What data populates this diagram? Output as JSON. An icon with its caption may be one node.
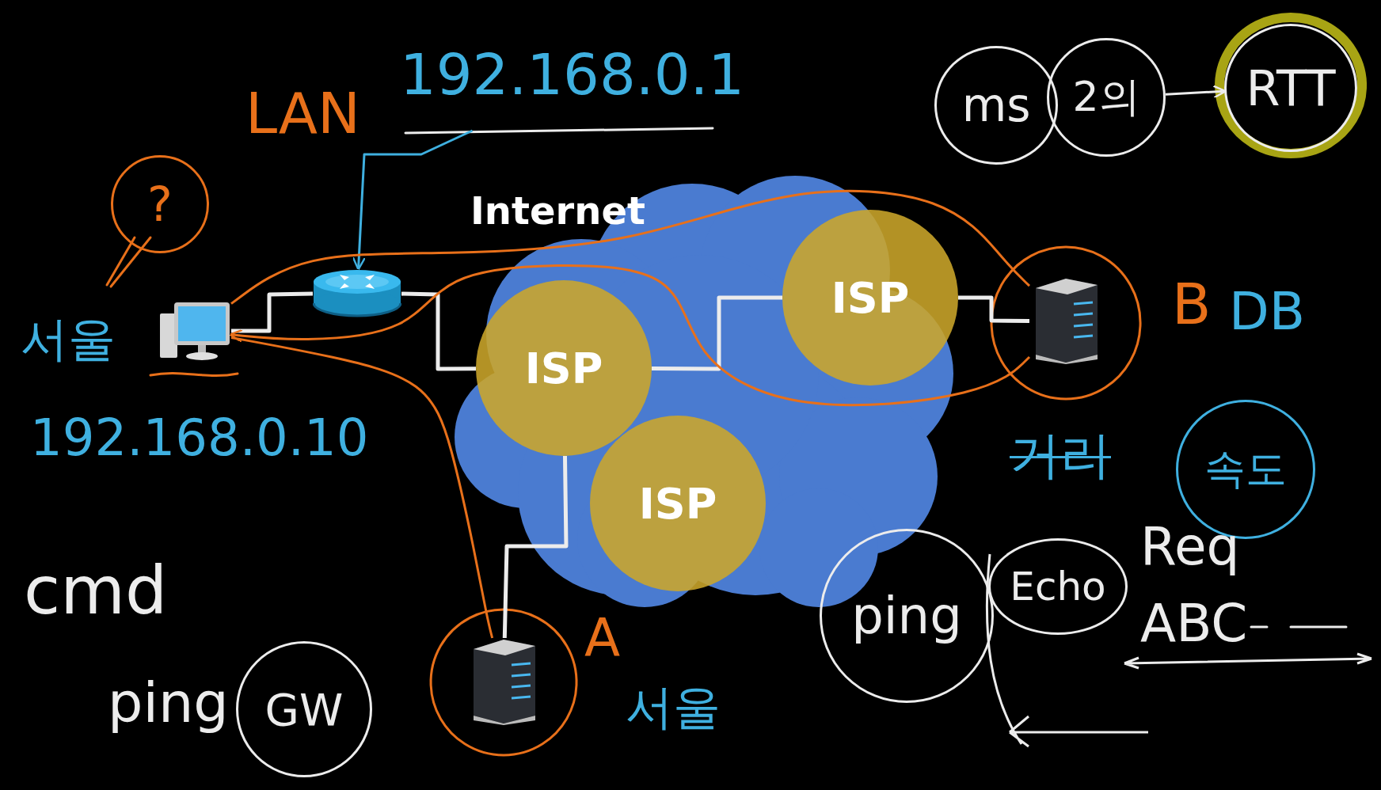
{
  "diagram": {
    "nodes": [
      {
        "text": [
          "192.168.0.1"
        ]
      },
      {
        "text": [
          "ms"
        ]
      },
      {
        "text": [
          "2의"
        ]
      },
      {
        "text": [
          "RTT"
        ]
      },
      {
        "text": [
          "?"
        ]
      },
      {
        "text": [],
        "shape": "picture",
        "beside": [
          "서울",
          "192.168.0.10"
        ]
      },
      {
        "text": [],
        "shape": "picture"
      },
      {
        "text": [
          "Internet"
        ]
      },
      {
        "text": [
          "ISP"
        ],
        "in": 7
      },
      {
        "text": [
          "ISP"
        ],
        "in": 7
      },
      {
        "text": [
          "ISP"
        ],
        "in": 7
      },
      {
        "text": [],
        "shape": "picture",
        "beside": [
          "B",
          "DB"
        ]
      },
      {
        "text": [
          "속도"
        ]
      },
      {
        "text": [
          "ping"
        ]
      },
      {
        "text": [
          "Echo"
        ]
      },
      {
        "text": [
          "GW"
        ],
        "beside": [
          "ping"
        ]
      },
      {
        "text": [],
        "shape": "picture",
        "beside": [
          "A",
          "서울"
        ]
      }
    ],
    "edges": [
      {
        "from": 0,
        "to": 6,
        "arrow": "to",
        "color": "#3fb0e0"
      },
      {
        "from": 2,
        "to": 3,
        "arrow": "to"
      },
      {
        "from": 5,
        "to": 6,
        "arrow": "none"
      },
      {
        "from": 6,
        "to": 8,
        "arrow": "none"
      },
      {
        "from": 8,
        "to": 9,
        "arrow": "none"
      },
      {
        "from": 9,
        "to": 11,
        "arrow": "none"
      },
      {
        "from": 8,
        "to": 16,
        "arrow": "none"
      },
      {
        "from": 5,
        "to": 11,
        "arrow": "none",
        "color": "#e8701a"
      },
      {
        "from": 11,
        "to": 5,
        "arrow": "to",
        "color": "#e8701a"
      },
      {
        "from": 5,
        "to": 16,
        "arrow": "none",
        "color": "#e8701a"
      }
    ],
    "labels": [
      "LAN",
      "cmd",
      "거리",
      "Req",
      "ABC"
    ]
  }
}
